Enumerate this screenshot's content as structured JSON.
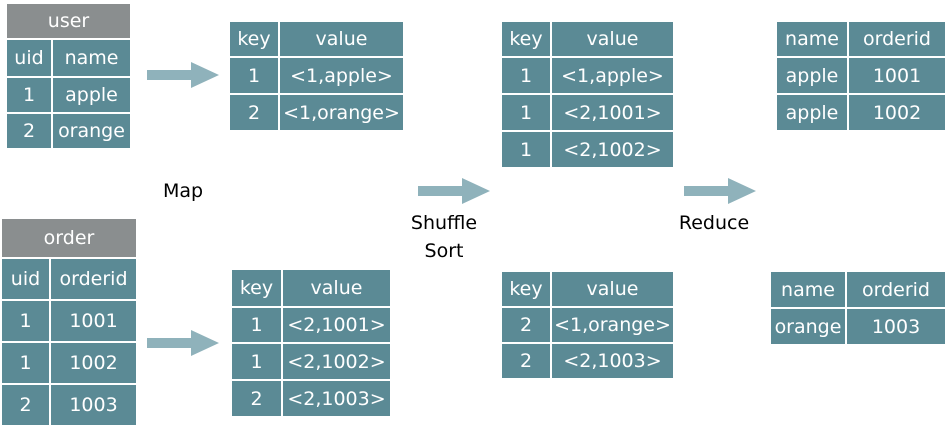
{
  "colors": {
    "header_fill": "#8a8e8f",
    "cell_fill": "#5b8a95",
    "text": "#ffffff",
    "arrow": "#8fb2bb"
  },
  "user_table": {
    "caption": "user",
    "headers": [
      "uid",
      "name"
    ],
    "rows": [
      [
        "1",
        "apple"
      ],
      [
        "2",
        "orange"
      ]
    ]
  },
  "order_table": {
    "caption": "order",
    "headers": [
      "uid",
      "orderid"
    ],
    "rows": [
      [
        "1",
        "1001"
      ],
      [
        "1",
        "1002"
      ],
      [
        "2",
        "1003"
      ]
    ]
  },
  "map_out_1": {
    "headers": [
      "key",
      "value"
    ],
    "rows": [
      [
        "1",
        "<1,apple>"
      ],
      [
        "2",
        "<1,orange>"
      ]
    ]
  },
  "map_out_2": {
    "headers": [
      "key",
      "value"
    ],
    "rows": [
      [
        "1",
        "<2,1001>"
      ],
      [
        "1",
        "<2,1002>"
      ],
      [
        "2",
        "<2,1003>"
      ]
    ]
  },
  "shuffle_out_1": {
    "headers": [
      "key",
      "value"
    ],
    "rows": [
      [
        "1",
        "<1,apple>"
      ],
      [
        "1",
        "<2,1001>"
      ],
      [
        "1",
        "<2,1002>"
      ]
    ]
  },
  "shuffle_out_2": {
    "headers": [
      "key",
      "value"
    ],
    "rows": [
      [
        "2",
        "<1,orange>"
      ],
      [
        "2",
        "<2,1003>"
      ]
    ]
  },
  "reduce_out_1": {
    "headers": [
      "name",
      "orderid"
    ],
    "rows": [
      [
        "apple",
        "1001"
      ],
      [
        "apple",
        "1002"
      ]
    ]
  },
  "reduce_out_2": {
    "headers": [
      "name",
      "orderid"
    ],
    "rows": [
      [
        "orange",
        "1003"
      ]
    ]
  },
  "labels": {
    "map": "Map",
    "shuffle": "Shuffle",
    "sort": "Sort",
    "reduce": "Reduce"
  }
}
